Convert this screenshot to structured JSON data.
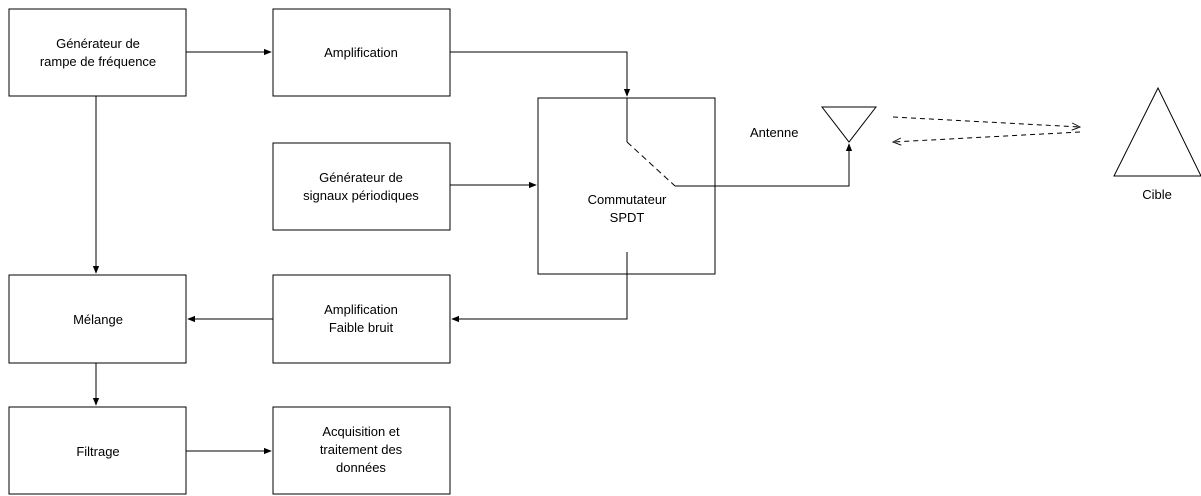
{
  "blocks": {
    "generateur_rampe": {
      "lines": [
        "Générateur de",
        "rampe de fréquence"
      ]
    },
    "amplification": {
      "lines": [
        "Amplification"
      ]
    },
    "generateur_signaux": {
      "lines": [
        "Générateur de",
        "signaux périodiques"
      ]
    },
    "commutateur": {
      "lines": [
        "Commutateur",
        "SPDT"
      ]
    },
    "melange": {
      "lines": [
        "Mélange"
      ]
    },
    "amplification_fb": {
      "lines": [
        "Amplification",
        "Faible bruit"
      ]
    },
    "filtrage": {
      "lines": [
        "Filtrage"
      ]
    },
    "acquisition": {
      "lines": [
        "Acquisition et",
        "traitement des",
        "données"
      ]
    }
  },
  "labels": {
    "antenne": "Antenne",
    "cible": "Cible"
  }
}
